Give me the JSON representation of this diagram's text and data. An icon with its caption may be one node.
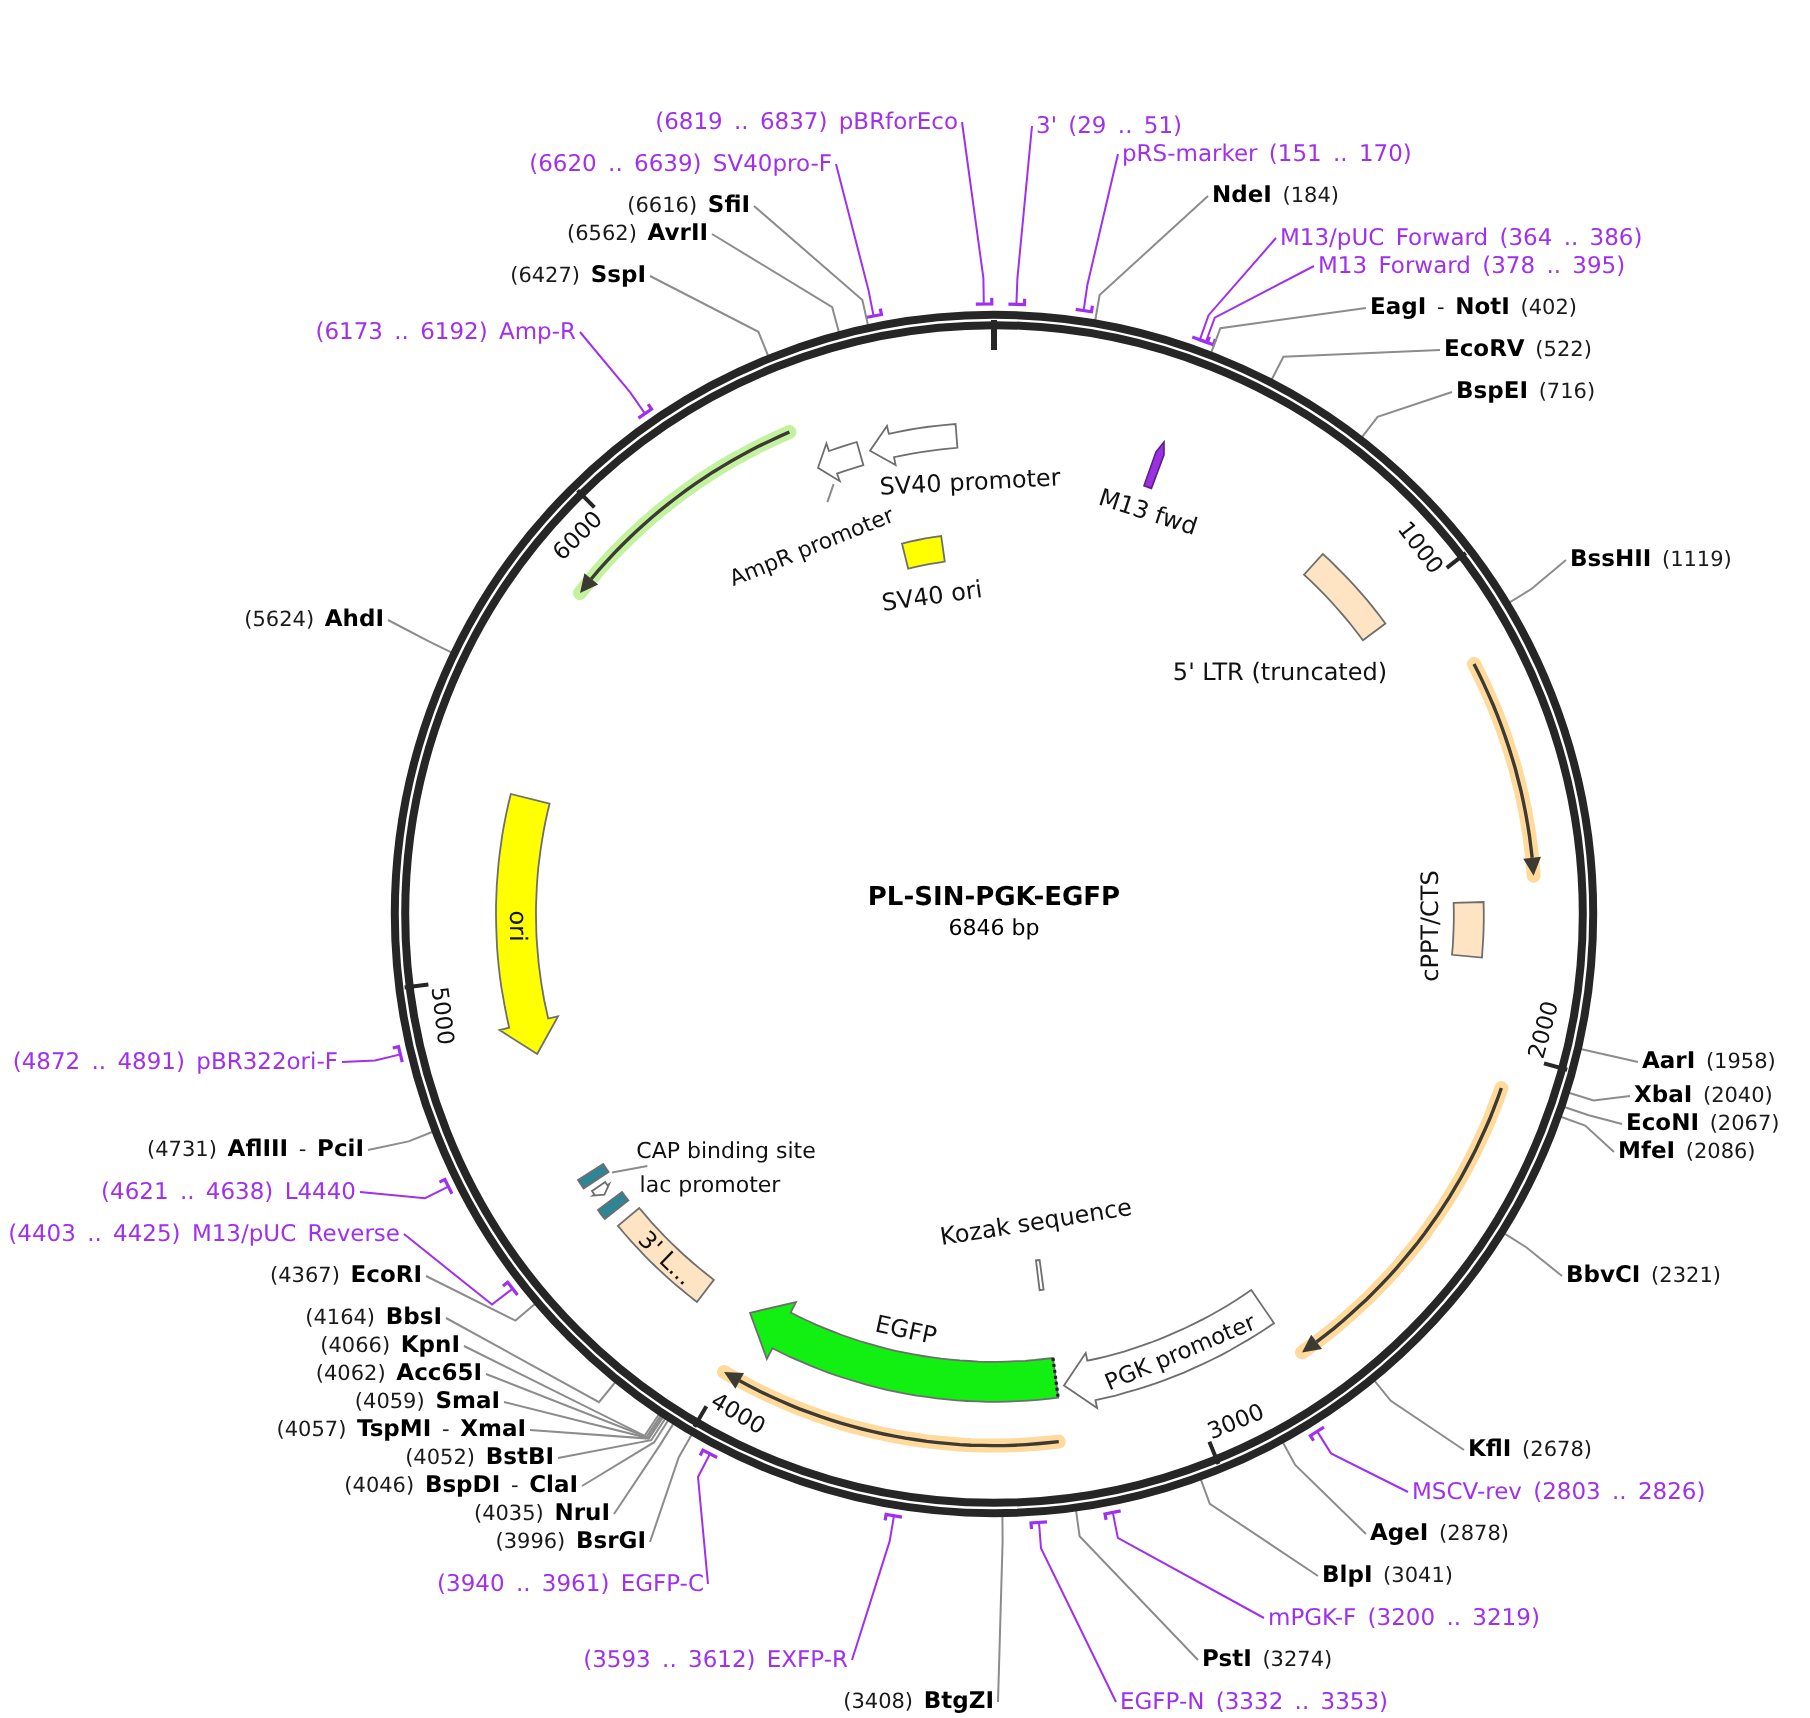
{
  "diagram": {
    "nodes": [
      {
        "text": [
          "PL-SIN-PGK-EGFP",
          "6846 bp"
        ]
      },
      {
        "text": [],
        "shape": "arrow",
        "beside": [
          "SV40 promoter"
        ],
        "in": 0
      },
      {
        "text": [],
        "shape": "arrow",
        "in": 0
      },
      {
        "text": [],
        "shape": "arrow",
        "in": 0
      },
      {
        "text": [],
        "shape": "arrow",
        "beside": [
          "M13 fwd"
        ],
        "in": 0
      },
      {
        "text": [
          "AmpR promoter"
        ],
        "in": 0
      },
      {
        "text": [],
        "shape": "box",
        "beside": [
          "SV40 ori"
        ],
        "in": 0
      },
      {
        "text": [],
        "shape": "box",
        "beside": [
          "5' LTR (truncated)"
        ],
        "in": 0
      },
      {
        "text": [],
        "shape": "arrow",
        "in": 0
      },
      {
        "text": [
          "ori"
        ],
        "in": 0
      },
      {
        "text": [],
        "shape": "box",
        "beside": [
          "cPPT/CTS"
        ],
        "in": 0
      },
      {
        "text": [],
        "shape": "arrow",
        "in": 0
      },
      {
        "text": [
          "CAP binding site"
        ],
        "in": 0
      },
      {
        "text": [],
        "shape": "box",
        "in": 0
      },
      {
        "text": [],
        "shape": "arrow",
        "in": 0
      },
      {
        "text": [],
        "shape": "box",
        "in": 0
      },
      {
        "text": [],
        "shape": "box",
        "beside": [
          "Kozak sequence"
        ],
        "in": 0
      },
      {
        "text": [
          "3' L..."
        ],
        "in": 0
      },
      {
        "text": [
          "PGK promoter"
        ],
        "in": 0
      },
      {
        "text": [],
        "shape": "arrow",
        "beside": [
          "EGFP"
        ],
        "in": 0
      },
      {
        "text": [],
        "shape": "arrow",
        "in": 0
      },
      {
        "text": [
          "(6819 .. 6837) pBRforEco"
        ]
      },
      {
        "text": [
          "3' (29 .. 51)"
        ]
      },
      {
        "text": [
          "pRS-marker (151 .. 170)"
        ]
      },
      {
        "text": [
          "(6620 .. 6639) SV40pro-F"
        ]
      },
      {
        "text": [
          "**NdeI** (184)"
        ]
      },
      {
        "text": [
          "(6616) **SfiI**"
        ]
      },
      {
        "text": [
          "(6562) **AvrII**"
        ]
      },
      {
        "text": [
          "M13/pUC Forward (364 .. 386)"
        ]
      },
      {
        "text": [
          "M13 Forward (378 .. 395)"
        ]
      },
      {
        "text": [
          "(6427) **SspI**"
        ]
      },
      {
        "text": [
          "**EagI** - **NotI** (402)"
        ]
      },
      {
        "text": [
          "(6173 .. 6192) Amp-R"
        ]
      },
      {
        "text": [
          "**EcoRV** (522)"
        ]
      },
      {
        "text": [
          "**BspEI** (716)"
        ]
      },
      {
        "text": [
          "**BssHII** (1119)"
        ]
      },
      {
        "text": [
          "(5624) **AhdI**"
        ]
      },
      {
        "text": [
          "(4872 .. 4891) pBR322ori-F"
        ]
      },
      {
        "text": [
          "**AarI** (1958)"
        ]
      },
      {
        "text": [
          "**XbaI** (2040)"
        ]
      },
      {
        "text": [
          "**EcoNI** (2067)"
        ]
      },
      {
        "text": [
          "(4731) **AflIII** - **PciI**"
        ]
      },
      {
        "text": [
          "**MfeI** (2086)"
        ]
      },
      {
        "text": [
          "(4621 .. 4638) L4440"
        ]
      },
      {
        "text": [
          "(4403 .. 4425) M13/pUC Reverse"
        ]
      },
      {
        "text": [
          "(4367) **EcoRI**"
        ]
      },
      {
        "text": [
          "**BbvCI** (2321)"
        ]
      },
      {
        "text": [
          "(4164) **BbsI**"
        ]
      },
      {
        "text": [
          "(4066) **KpnI**"
        ]
      },
      {
        "text": [
          "(4062) **Acc65I**"
        ]
      },
      {
        "text": [
          "(4059) **SmaI**"
        ]
      },
      {
        "text": [
          "(4057) **TspMI** - **XmaI**"
        ]
      },
      {
        "text": [
          "**KflI** (2678)"
        ]
      },
      {
        "text": [
          "(4052) **BstBI**"
        ]
      },
      {
        "text": [
          "(4046) **BspDI** - **ClaI**"
        ]
      },
      {
        "text": [
          "MSCV-rev (2803 .. 2826)"
        ]
      },
      {
        "text": [
          "(4035) **NruI**"
        ]
      },
      {
        "text": [
          "**AgeI** (2878)"
        ]
      },
      {
        "text": [
          "(3996) **BsrGI**"
        ]
      },
      {
        "text": [
          "**BlpI** (3041)"
        ]
      },
      {
        "text": [
          "(3940 .. 3961) EGFP-C"
        ]
      },
      {
        "text": [
          "mPGK-F (3200 .. 3219)"
        ]
      },
      {
        "text": [
          "(3593 .. 3612) EXFP-R"
        ]
      },
      {
        "text": [
          "**PstI** (3274)"
        ]
      },
      {
        "text": [
          "(3408) **BtgZI**"
        ]
      },
      {
        "text": [
          "EGFP-N (3332 .. 3353)"
        ]
      }
    ],
    "edges": [
      {
        "from": 21,
        "to": 0,
        "arrow": "other",
        "color": "#a030f0"
      },
      {
        "from": 22,
        "to": 0,
        "arrow": "other",
        "color": "#a030f0"
      },
      {
        "from": 23,
        "to": 0,
        "arrow": "other",
        "color": "#a030f0"
      },
      {
        "from": 24,
        "to": 0,
        "arrow": "other",
        "color": "#a030f0"
      },
      {
        "from": 25,
        "to": 0,
        "arrow": "none"
      },
      {
        "from": 26,
        "to": 0,
        "arrow": "none"
      },
      {
        "from": 27,
        "to": 0,
        "arrow": "none"
      },
      {
        "from": 28,
        "to": 0,
        "arrow": "other",
        "color": "#a030f0"
      },
      {
        "from": 29,
        "to": 0,
        "arrow": "other",
        "color": "#a030f0"
      },
      {
        "from": 30,
        "to": 0,
        "arrow": "none"
      },
      {
        "from": 31,
        "to": 0,
        "arrow": "none"
      },
      {
        "from": 32,
        "to": 0,
        "arrow": "other",
        "color": "#a030f0"
      },
      {
        "from": 33,
        "to": 0,
        "arrow": "none"
      },
      {
        "from": 34,
        "to": 0,
        "arrow": "none"
      },
      {
        "from": 35,
        "to": 0,
        "arrow": "none"
      },
      {
        "from": 36,
        "to": 0,
        "arrow": "none"
      },
      {
        "from": 37,
        "to": 0,
        "arrow": "other",
        "color": "#a030f0"
      },
      {
        "from": 38,
        "to": 0,
        "arrow": "none"
      },
      {
        "from": 39,
        "to": 0,
        "arrow": "none"
      },
      {
        "from": 40,
        "to": 0,
        "arrow": "none"
      },
      {
        "from": 41,
        "to": 0,
        "arrow": "none"
      },
      {
        "from": 42,
        "to": 0,
        "arrow": "none"
      },
      {
        "from": 43,
        "to": 0,
        "arrow": "other",
        "color": "#a030f0"
      },
      {
        "from": 44,
        "to": 0,
        "arrow": "other",
        "color": "#a030f0"
      },
      {
        "from": 45,
        "to": 0,
        "arrow": "none"
      },
      {
        "from": 46,
        "to": 0,
        "arrow": "none"
      },
      {
        "from": 47,
        "to": 0,
        "arrow": "none"
      },
      {
        "from": 48,
        "to": 0,
        "arrow": "none"
      },
      {
        "from": 49,
        "to": 0,
        "arrow": "none"
      },
      {
        "from": 50,
        "to": 0,
        "arrow": "none"
      },
      {
        "from": 51,
        "to": 0,
        "arrow": "none"
      },
      {
        "from": 52,
        "to": 0,
        "arrow": "none"
      },
      {
        "from": 53,
        "to": 0,
        "arrow": "none"
      },
      {
        "from": 54,
        "to": 0,
        "arrow": "none"
      },
      {
        "from": 55,
        "to": 0,
        "arrow": "other",
        "color": "#a030f0"
      },
      {
        "from": 56,
        "to": 0,
        "arrow": "none"
      },
      {
        "from": 57,
        "to": 0,
        "arrow": "none"
      },
      {
        "from": 58,
        "to": 0,
        "arrow": "none"
      },
      {
        "from": 59,
        "to": 0,
        "arrow": "none"
      },
      {
        "from": 60,
        "to": 0,
        "arrow": "other",
        "color": "#a030f0"
      },
      {
        "from": 61,
        "to": 0,
        "arrow": "other",
        "color": "#a030f0"
      },
      {
        "from": 62,
        "to": 0,
        "arrow": "other",
        "color": "#a030f0"
      },
      {
        "from": 63,
        "to": 0,
        "arrow": "none"
      },
      {
        "from": 64,
        "to": 0,
        "arrow": "none"
      },
      {
        "from": 65,
        "to": 0,
        "arrow": "other",
        "color": "#a030f0"
      },
      {
        "from": 5,
        "to": 2,
        "arrow": "none"
      },
      {
        "from": 12,
        "to": 13,
        "arrow": "none"
      }
    ],
    "labels": [
      "6000",
      "1000",
      "5000",
      "2000",
      "lac promoter",
      "4000",
      "3000"
    ]
  }
}
